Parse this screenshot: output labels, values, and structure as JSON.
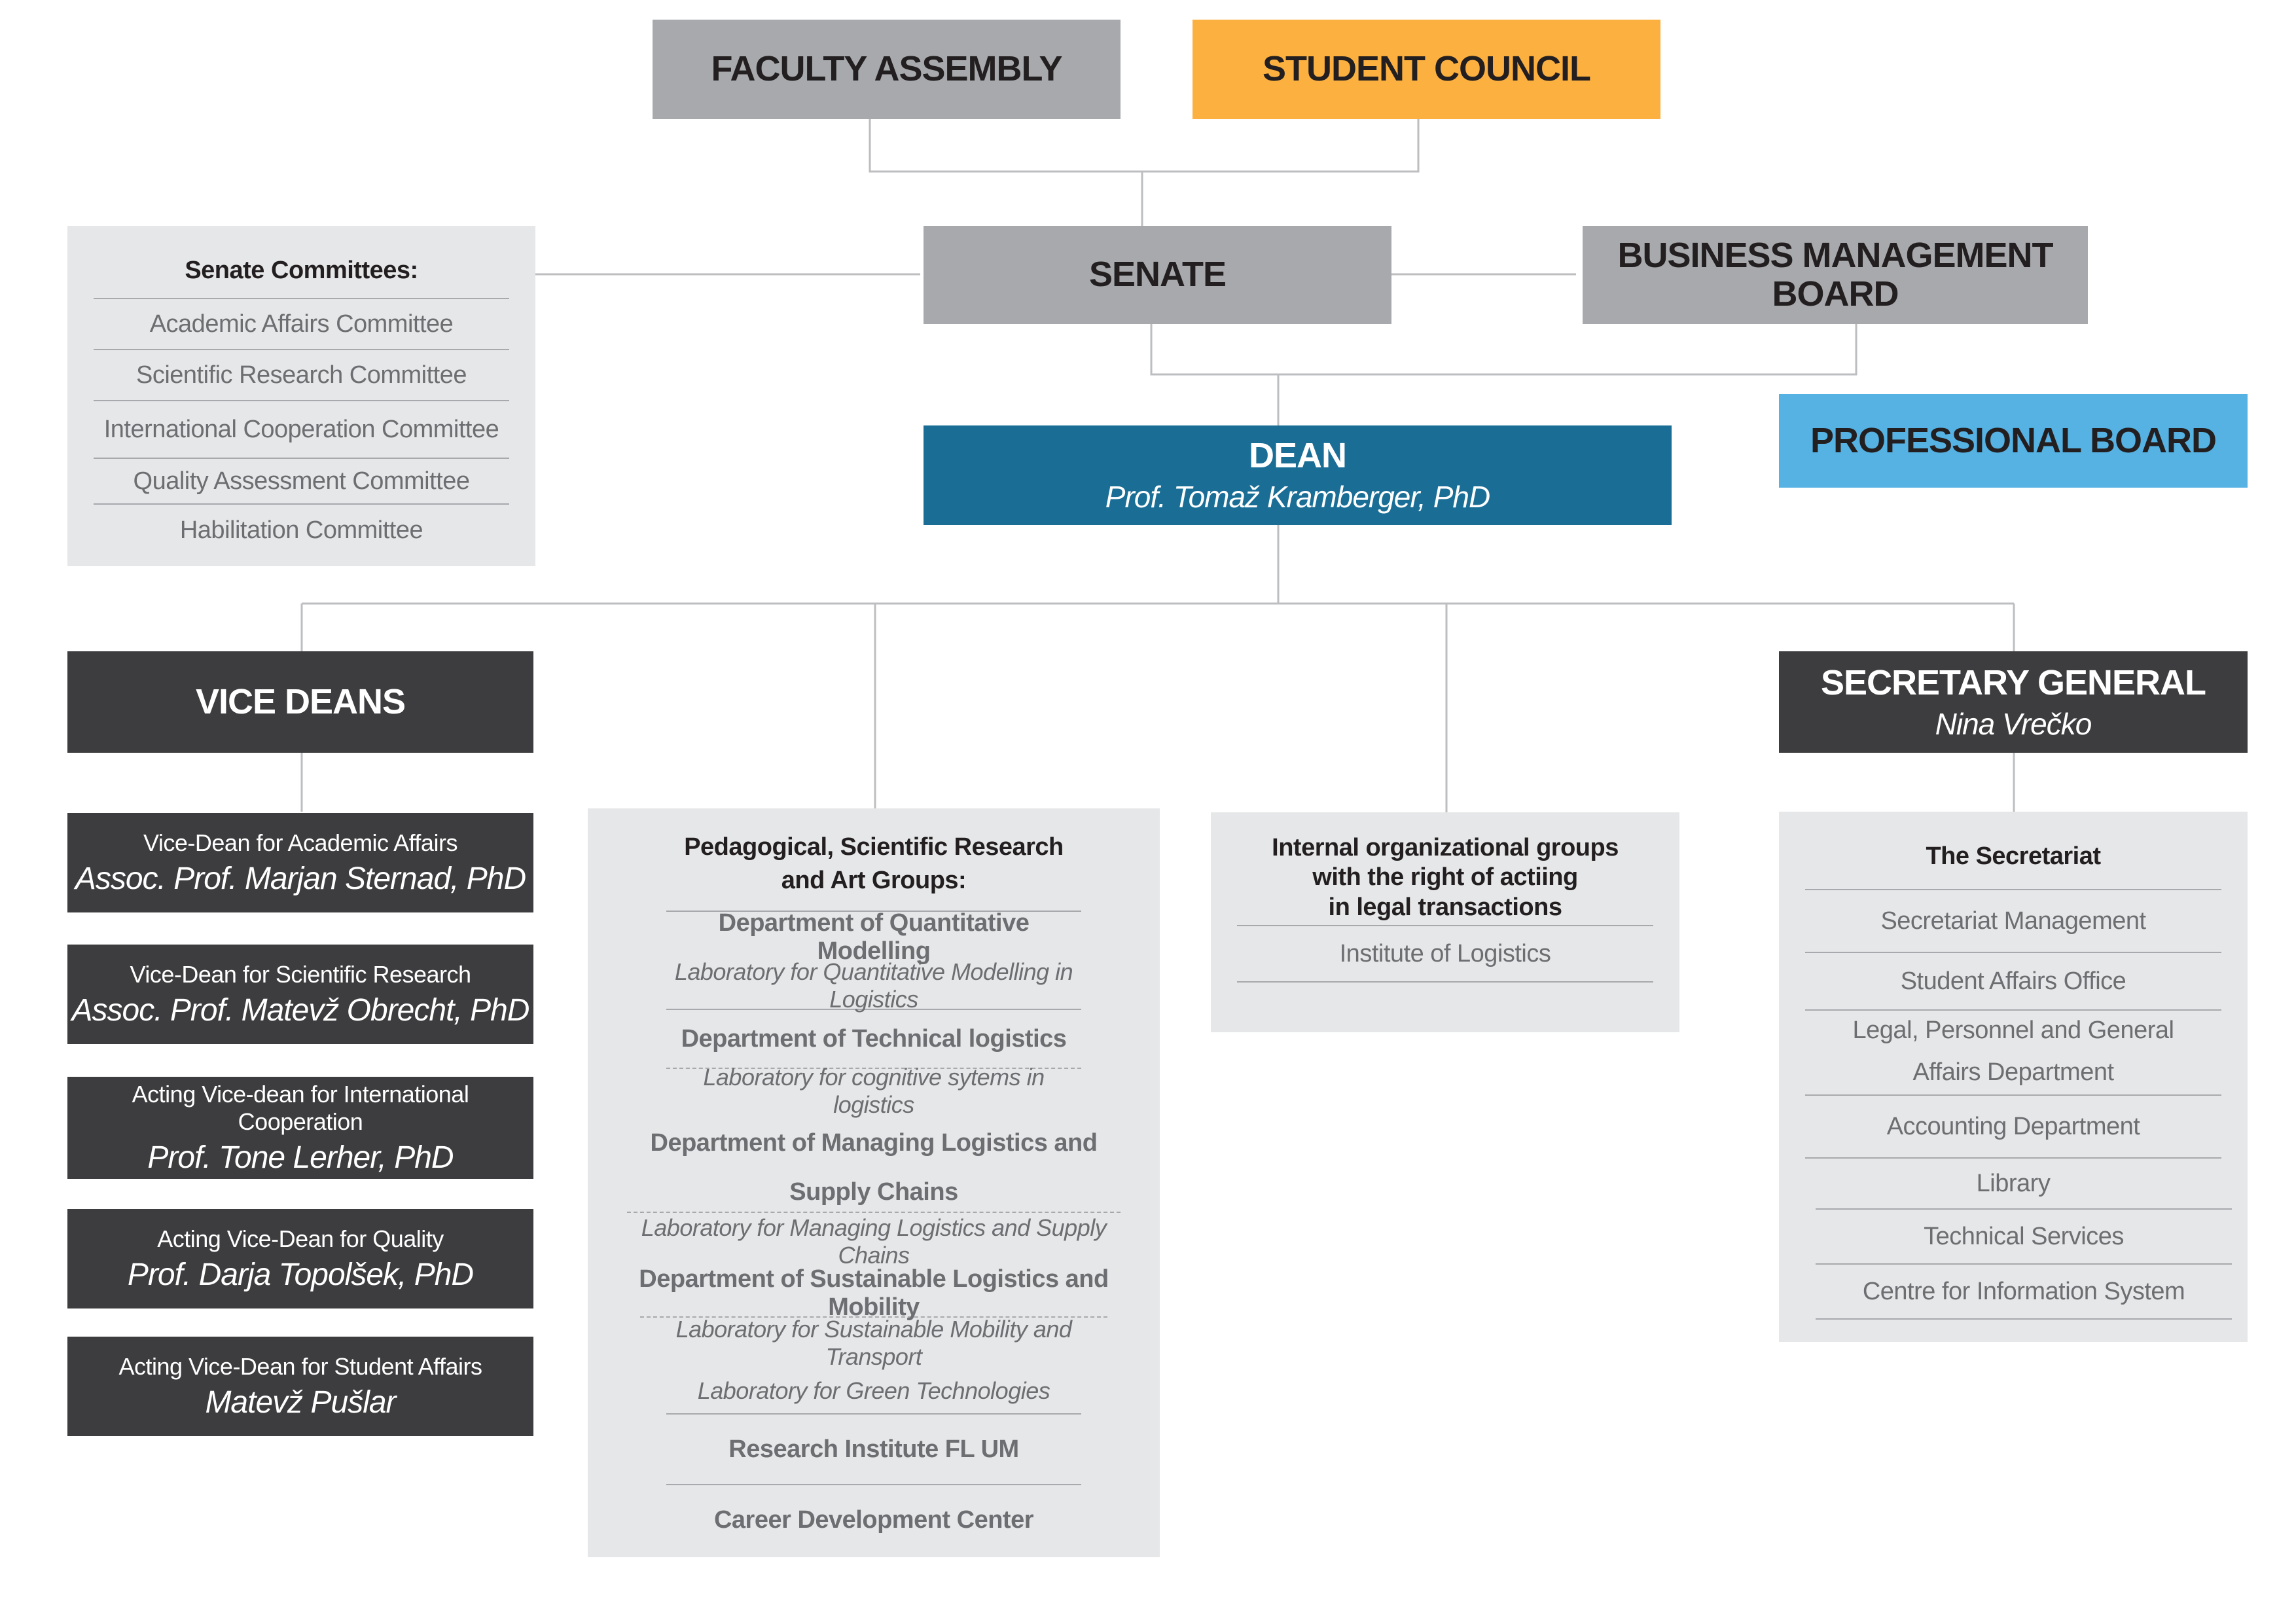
{
  "top": {
    "faculty_assembly": "FACULTY ASSEMBLY",
    "student_council": "STUDENT COUNCIL",
    "senate": "SENATE",
    "business_board": "BUSINESS MANAGEMENT BOARD",
    "professional_board": "PROFESSIONAL BOARD"
  },
  "dean": {
    "title": "DEAN",
    "name": "Prof. Tomaž Kramberger, PhD"
  },
  "senate_committees": {
    "title": "Senate Committees:",
    "items": [
      "Academic Affairs Committee",
      "Scientific Research Committee",
      "International Cooperation Committee",
      "Quality Assessment Committee",
      "Habilitation Committee"
    ]
  },
  "vice_deans": {
    "title": "VICE DEANS",
    "items": [
      {
        "role": "Vice-Dean for Academic Affairs",
        "name": "Assoc. Prof. Marjan Sternad, PhD"
      },
      {
        "role": "Vice-Dean for Scientific Research",
        "name": "Assoc. Prof. Matevž Obrecht, PhD"
      },
      {
        "role": "Acting Vice-dean for International Cooperation",
        "name": "Prof. Tone Lerher, PhD"
      },
      {
        "role": "Acting Vice-Dean for Quality",
        "name": "Prof. Darja Topolšek, PhD"
      },
      {
        "role": "Acting Vice-Dean for Student Affairs",
        "name": "Matevž Pušlar"
      }
    ]
  },
  "groups": {
    "title_1": "Pedagogical, Scientific Research",
    "title_2": "and Art Groups:",
    "dept1": "Department of Quantitative Modelling",
    "lab1": "Laboratory for Quantitative Modelling in Logistics",
    "dept2": "Department of Technical  logistics",
    "lab2": "Laboratory for cognitive sytems in logistics",
    "dept3_1": "Department of Managing Logistics and",
    "dept3_2": "Supply Chains",
    "lab3": "Laboratory for Managing Logistics and Supply Chains",
    "dept4": "Department of Sustainable Logistics and Mobility",
    "lab4a": "Laboratory for Sustainable Mobility and Transport",
    "lab4b": "Laboratory for Green Technologies",
    "research_institute": "Research Institute FL UM",
    "career_center": "Career Development Center"
  },
  "internal": {
    "title_1": "Internal organizational groups",
    "title_2": "with the right of actiing",
    "title_3": "in legal transactions",
    "item": "Institute of Logistics"
  },
  "secretary": {
    "title": "SECRETARY GENERAL",
    "name": "Nina Vrečko",
    "panel_title": "The Secretariat",
    "items": [
      "Secretariat Management",
      "Student Affairs Office",
      "Legal, Personnel and General",
      "Affairs Department",
      "Accounting Department",
      "Library",
      "Technical Services",
      "Centre for Information System"
    ]
  },
  "colors": {
    "gray_box": "#a7a9ac",
    "orange": "#fbb040",
    "light_blue": "#55b2e3",
    "dean_blue": "#1a6e96",
    "dark": "#3d3d3f",
    "panel": "#e6e7e8",
    "line": "#bcbec0"
  }
}
